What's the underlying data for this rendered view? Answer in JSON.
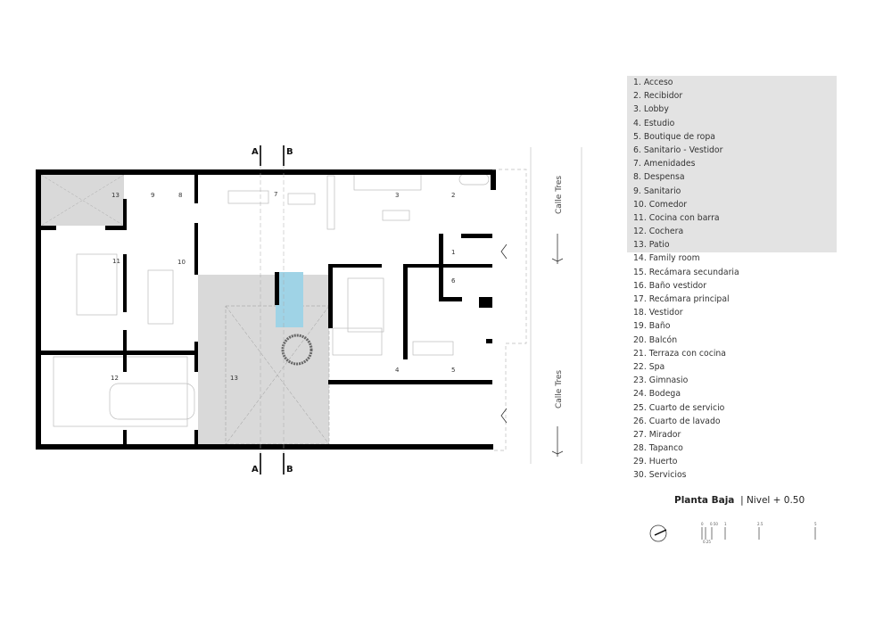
{
  "plan": {
    "section_marks": {
      "a": "A",
      "b": "B"
    },
    "street_label": "Calle Tres",
    "room_numbers": {
      "patio_small": "13",
      "sanitario": "9",
      "despensa": "8",
      "amenidades": "7",
      "lobby": "3",
      "recibidor": "2",
      "acceso": "1",
      "sanitario_vestidor": "6",
      "cocina": "11",
      "comedor": "10",
      "cochera": "12",
      "patio_big": "13",
      "estudio": "4",
      "boutique": "5"
    },
    "colors": {
      "wall": "#000000",
      "patio": "#d9d9d9",
      "pool": "#9fd3e6",
      "legend_bg": "#e3e3e3"
    }
  },
  "legend": {
    "items": [
      "1. Acceso",
      "2. Recibidor",
      "3. Lobby",
      "4. Estudio",
      "5. Boutique de ropa",
      "6. Sanitario - Vestidor",
      "7. Amenidades",
      "8. Despensa",
      "9. Sanitario",
      "10. Comedor",
      "11. Cocina con barra",
      "12. Cochera",
      "13. Patio",
      "14. Family room",
      "15. Recámara secundaria",
      "16. Baño vestidor",
      "17. Recámara principal",
      "18. Vestidor",
      "19. Baño",
      "20. Balcón",
      "21. Terraza con cocina",
      "22. Spa",
      "23. Gimnasio",
      "24. Bodega",
      "25. Cuarto de servicio",
      "26. Cuarto de lavado",
      "27. Mirador",
      "28. Tapanco",
      "29. Huerto",
      "30. Servicios"
    ],
    "highlighted_count": 13
  },
  "title": {
    "name": "Planta Baja",
    "level": "| Nivel + 0.50"
  },
  "scale": {
    "labels": [
      "0",
      "0.25",
      "0.50",
      "1",
      "2.5",
      "5"
    ]
  }
}
